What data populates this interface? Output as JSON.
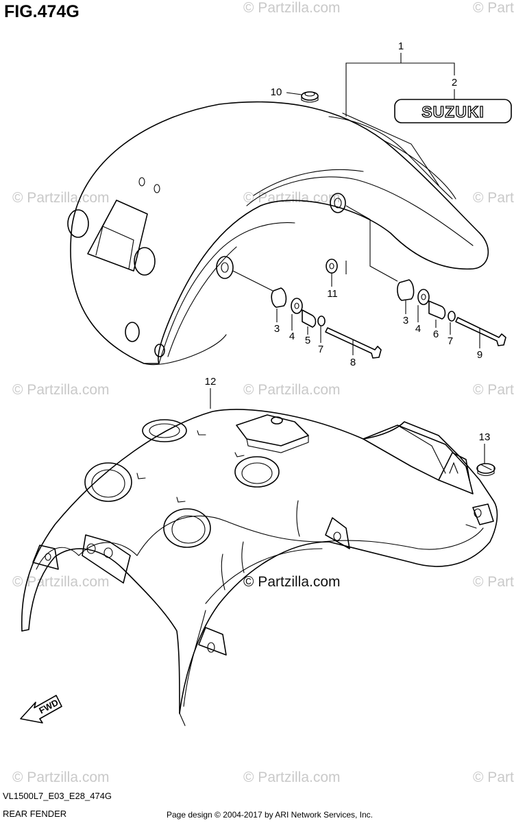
{
  "figure": {
    "title": "FIG.474G",
    "model_code": "VL1500L7_E03_E28_474G",
    "section_name": "REAR FENDER"
  },
  "copyright": "Page design © 2004-2017 by ARI Network Services, Inc.",
  "watermark": "© Partzilla.com",
  "emblem_text": "SUZUKI",
  "fwd_label": "FWD",
  "callouts": {
    "c1": "1",
    "c2": "2",
    "c3a": "3",
    "c3b": "3",
    "c4a": "4",
    "c4b": "4",
    "c5": "5",
    "c6": "6",
    "c7a": "7",
    "c7b": "7",
    "c8": "8",
    "c9": "9",
    "c10": "10",
    "c11": "11",
    "c12": "12",
    "c13": "13"
  }
}
